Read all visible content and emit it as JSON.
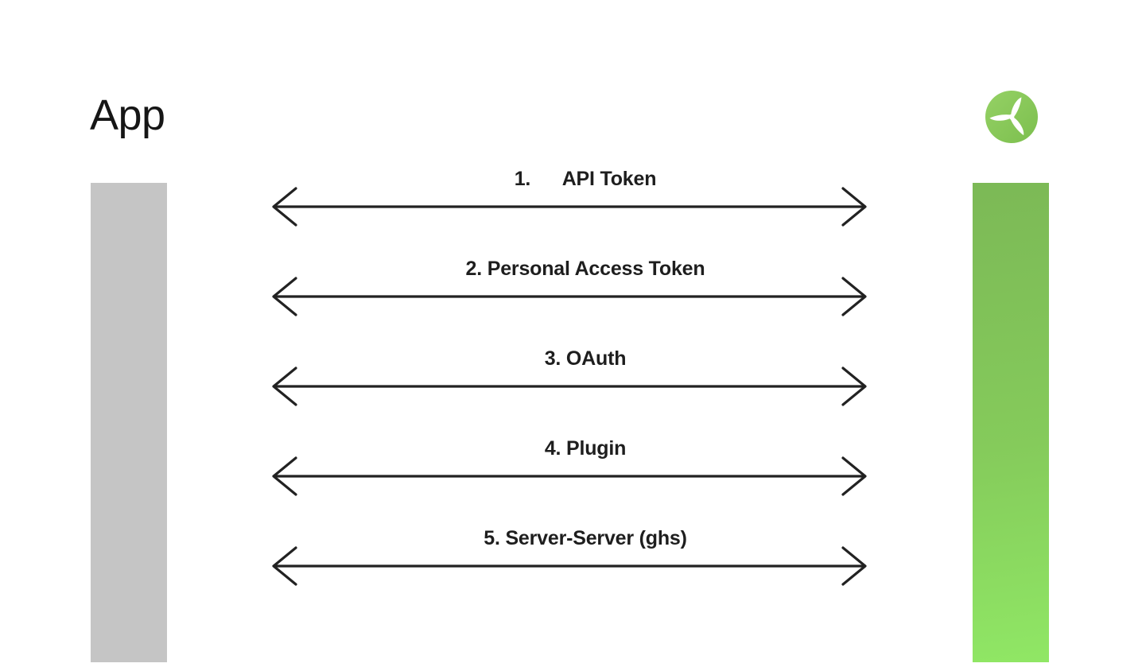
{
  "app": {
    "title": "App"
  },
  "service": {
    "logo": "propeller-icon"
  },
  "connections": [
    {
      "label": "1.      API Token"
    },
    {
      "label": "2. Personal Access Token"
    },
    {
      "label": "3. OAuth"
    },
    {
      "label": "4. Plugin"
    },
    {
      "label": "5. Server-Server (ghs)"
    }
  ],
  "colors": {
    "text": "#1e1e1e",
    "arrow": "#222222",
    "app_bar": "#c5c5c5",
    "service_bar_top": "#7cb956",
    "service_bar_bottom": "#90e765",
    "logo_green_light": "#95d165",
    "logo_green_dark": "#7cbf4e"
  }
}
